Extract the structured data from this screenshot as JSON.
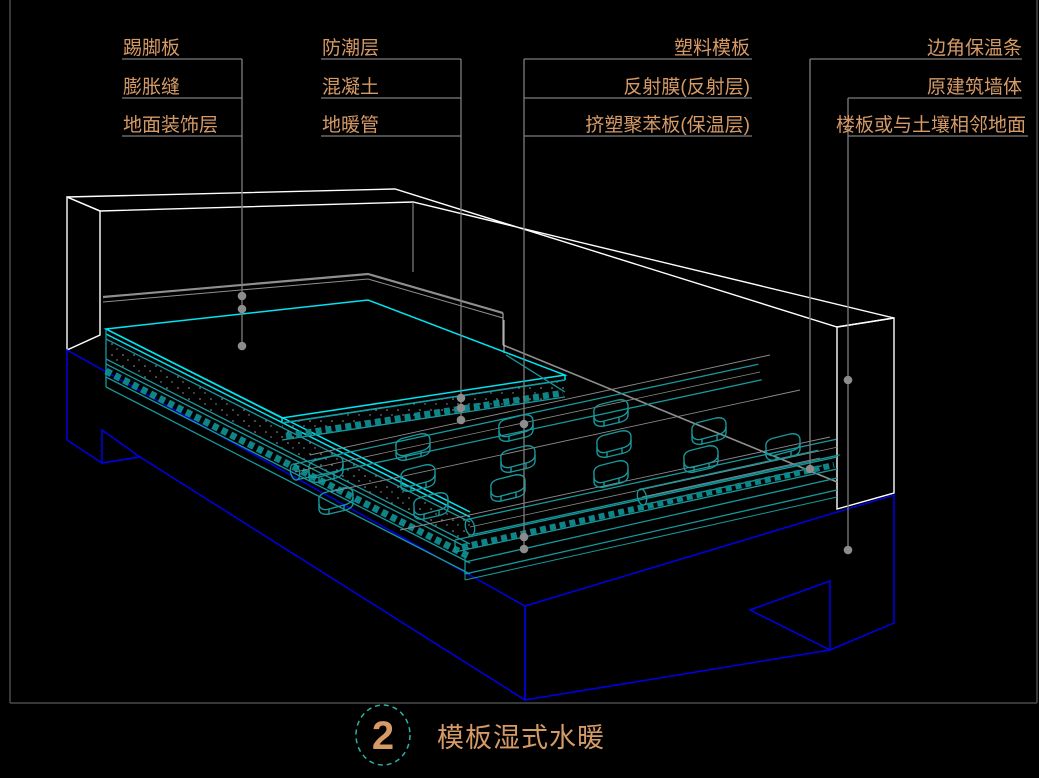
{
  "drawing_type": "CAD construction detail - floor heating isometric section",
  "callouts": {
    "left": {
      "rows": [
        "踢脚板",
        "膨胀缝",
        "地面装饰层"
      ]
    },
    "mid": {
      "rows": [
        "防潮层",
        "混凝土",
        "地暖管"
      ]
    },
    "plastic": {
      "rows": [
        "塑料模板",
        "反射膜(反射层)",
        "挤塑聚苯板(保温层)"
      ]
    },
    "wallside": {
      "rows": [
        "边角保温条",
        "原建筑墙体",
        "楼板或与土壤相邻地面"
      ]
    }
  },
  "title": {
    "index": "2",
    "name": "模板湿式水暖"
  },
  "colors": {
    "background": "#000000",
    "label_orange": "#d59a66",
    "leader_gray": "#7d7d7d",
    "wall_white": "#ffffff",
    "wall_hatch_gray": "#858585",
    "floor_cyan": "#00e4f2",
    "template_teal": "#17989c",
    "slab_blue": "#0000e6",
    "slab_hatch_maroon": "#6e4450",
    "title_circle_teal": "#2ab3a3",
    "frame_gray": "#4a4a4a"
  },
  "icons": {
    "leader_dot": "leader attachment dot",
    "detail_bubble": "dashed detail-number circle"
  }
}
